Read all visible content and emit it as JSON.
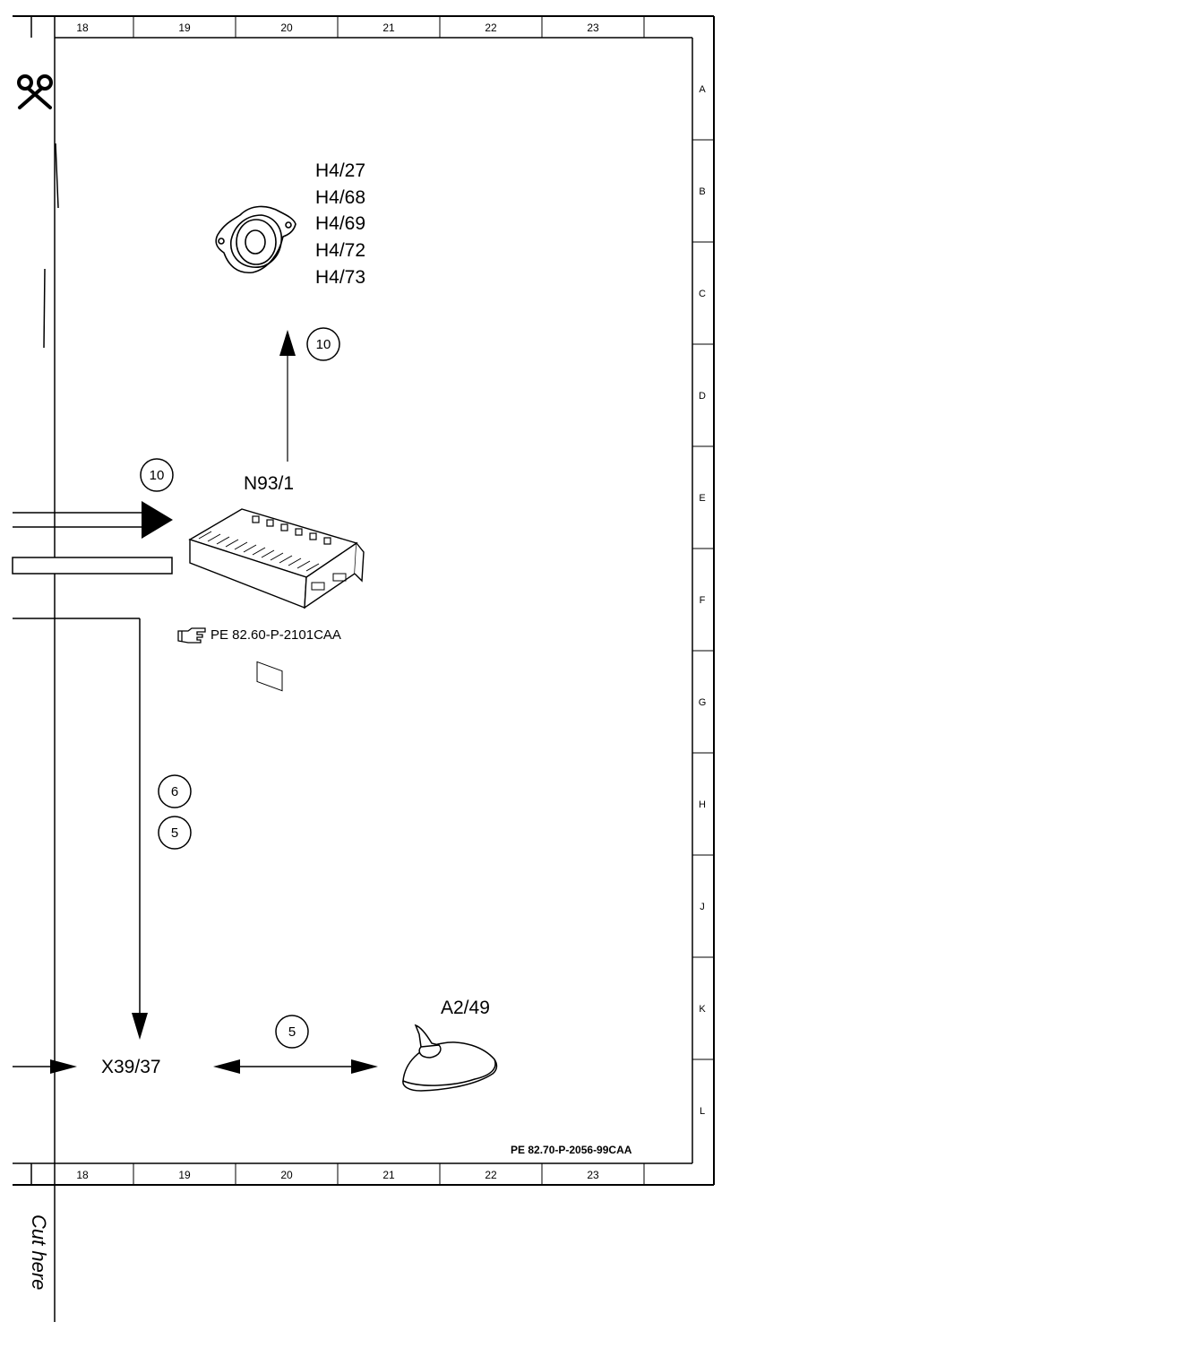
{
  "grid": {
    "columns": [
      "18",
      "19",
      "20",
      "21",
      "22",
      "23"
    ],
    "rows": [
      "A",
      "B",
      "C",
      "D",
      "E",
      "F",
      "G",
      "H",
      "J",
      "K",
      "L"
    ]
  },
  "components": {
    "speaker_labels": [
      "H4/27",
      "H4/68",
      "H4/69",
      "H4/72",
      "H4/73"
    ],
    "amplifier": "N93/1",
    "amplifier_ref": "PE 82.60-P-2101CAA",
    "connector": "X39/37",
    "antenna": "A2/49"
  },
  "circled_numbers": {
    "speaker_link": "10",
    "amplifier_input": "10",
    "trunk_upper": "6",
    "trunk_lower": "5",
    "antenna_link": "5"
  },
  "footer_ref": "PE 82.70-P-2056-99CAA",
  "cut_label": "Cut here",
  "icons": [
    "scissors-icon",
    "pointing-hand-icon",
    "speaker-icon",
    "amplifier-icon",
    "antenna-icon"
  ]
}
